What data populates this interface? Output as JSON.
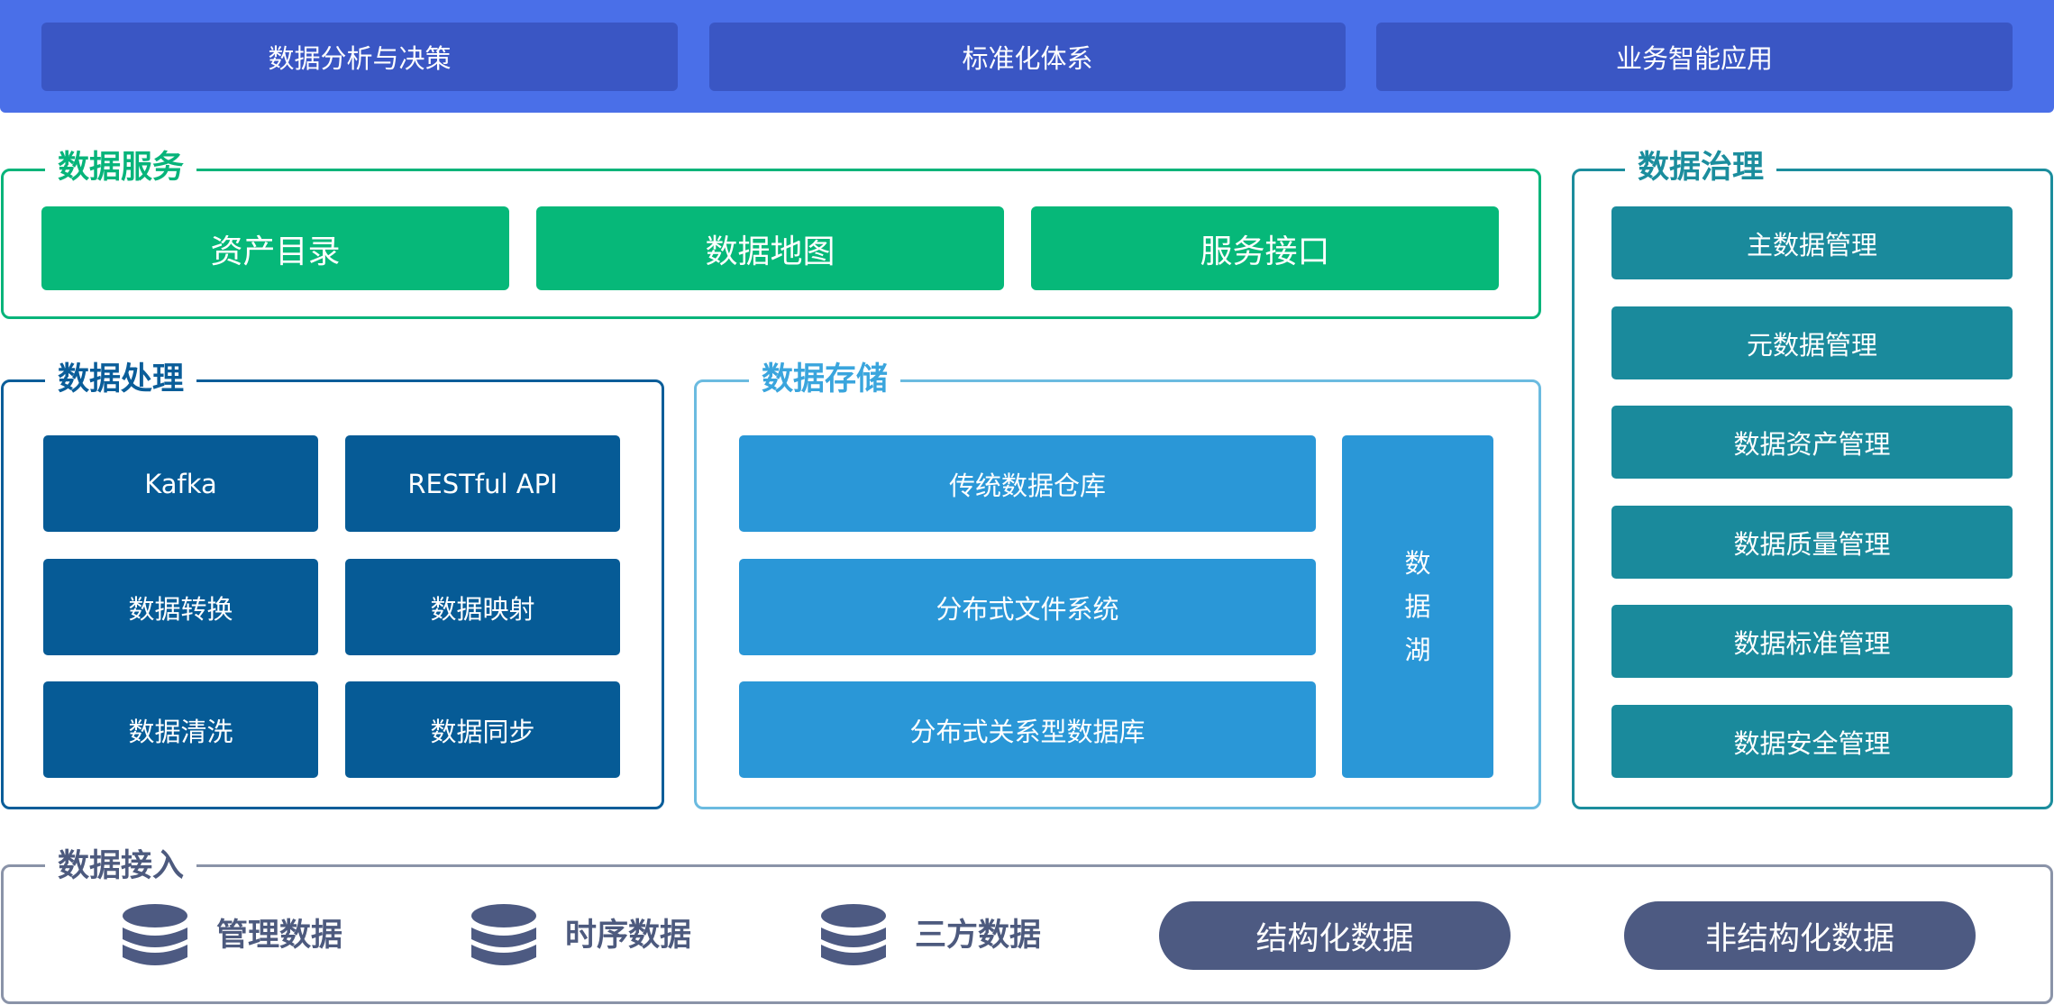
{
  "top": [
    "数据分析与决策",
    "标准化体系",
    "业务智能应用"
  ],
  "service": {
    "title": "数据服务",
    "items": [
      "资产目录",
      "数据地图",
      "服务接口"
    ]
  },
  "governance": {
    "title": "数据治理",
    "items": [
      "主数据管理",
      "元数据管理",
      "数据资产管理",
      "数据质量管理",
      "数据标准管理",
      "数据安全管理"
    ]
  },
  "processing": {
    "title": "数据处理",
    "items": [
      "Kafka",
      "RESTful API",
      "数据转换",
      "数据映射",
      "数据清洗",
      "数据同步"
    ]
  },
  "storage": {
    "title": "数据存储",
    "items": [
      "传统数据仓库",
      "分布式文件系统",
      "分布式关系型数据库"
    ],
    "lake": [
      "数",
      "据",
      "湖"
    ]
  },
  "ingest": {
    "title": "数据接入",
    "db_items": [
      "管理数据",
      "时序数据",
      "三方数据"
    ],
    "pills": [
      "结构化数据",
      "非结构化数据"
    ]
  },
  "colors": {
    "top_banner": "#4a6fe8",
    "service": "#06b879",
    "processing": "#065b96",
    "storage": "#2a97d7",
    "governance": "#1a8a9c",
    "ingest": "#4d5a82"
  },
  "icons": {
    "db": "database-icon"
  }
}
